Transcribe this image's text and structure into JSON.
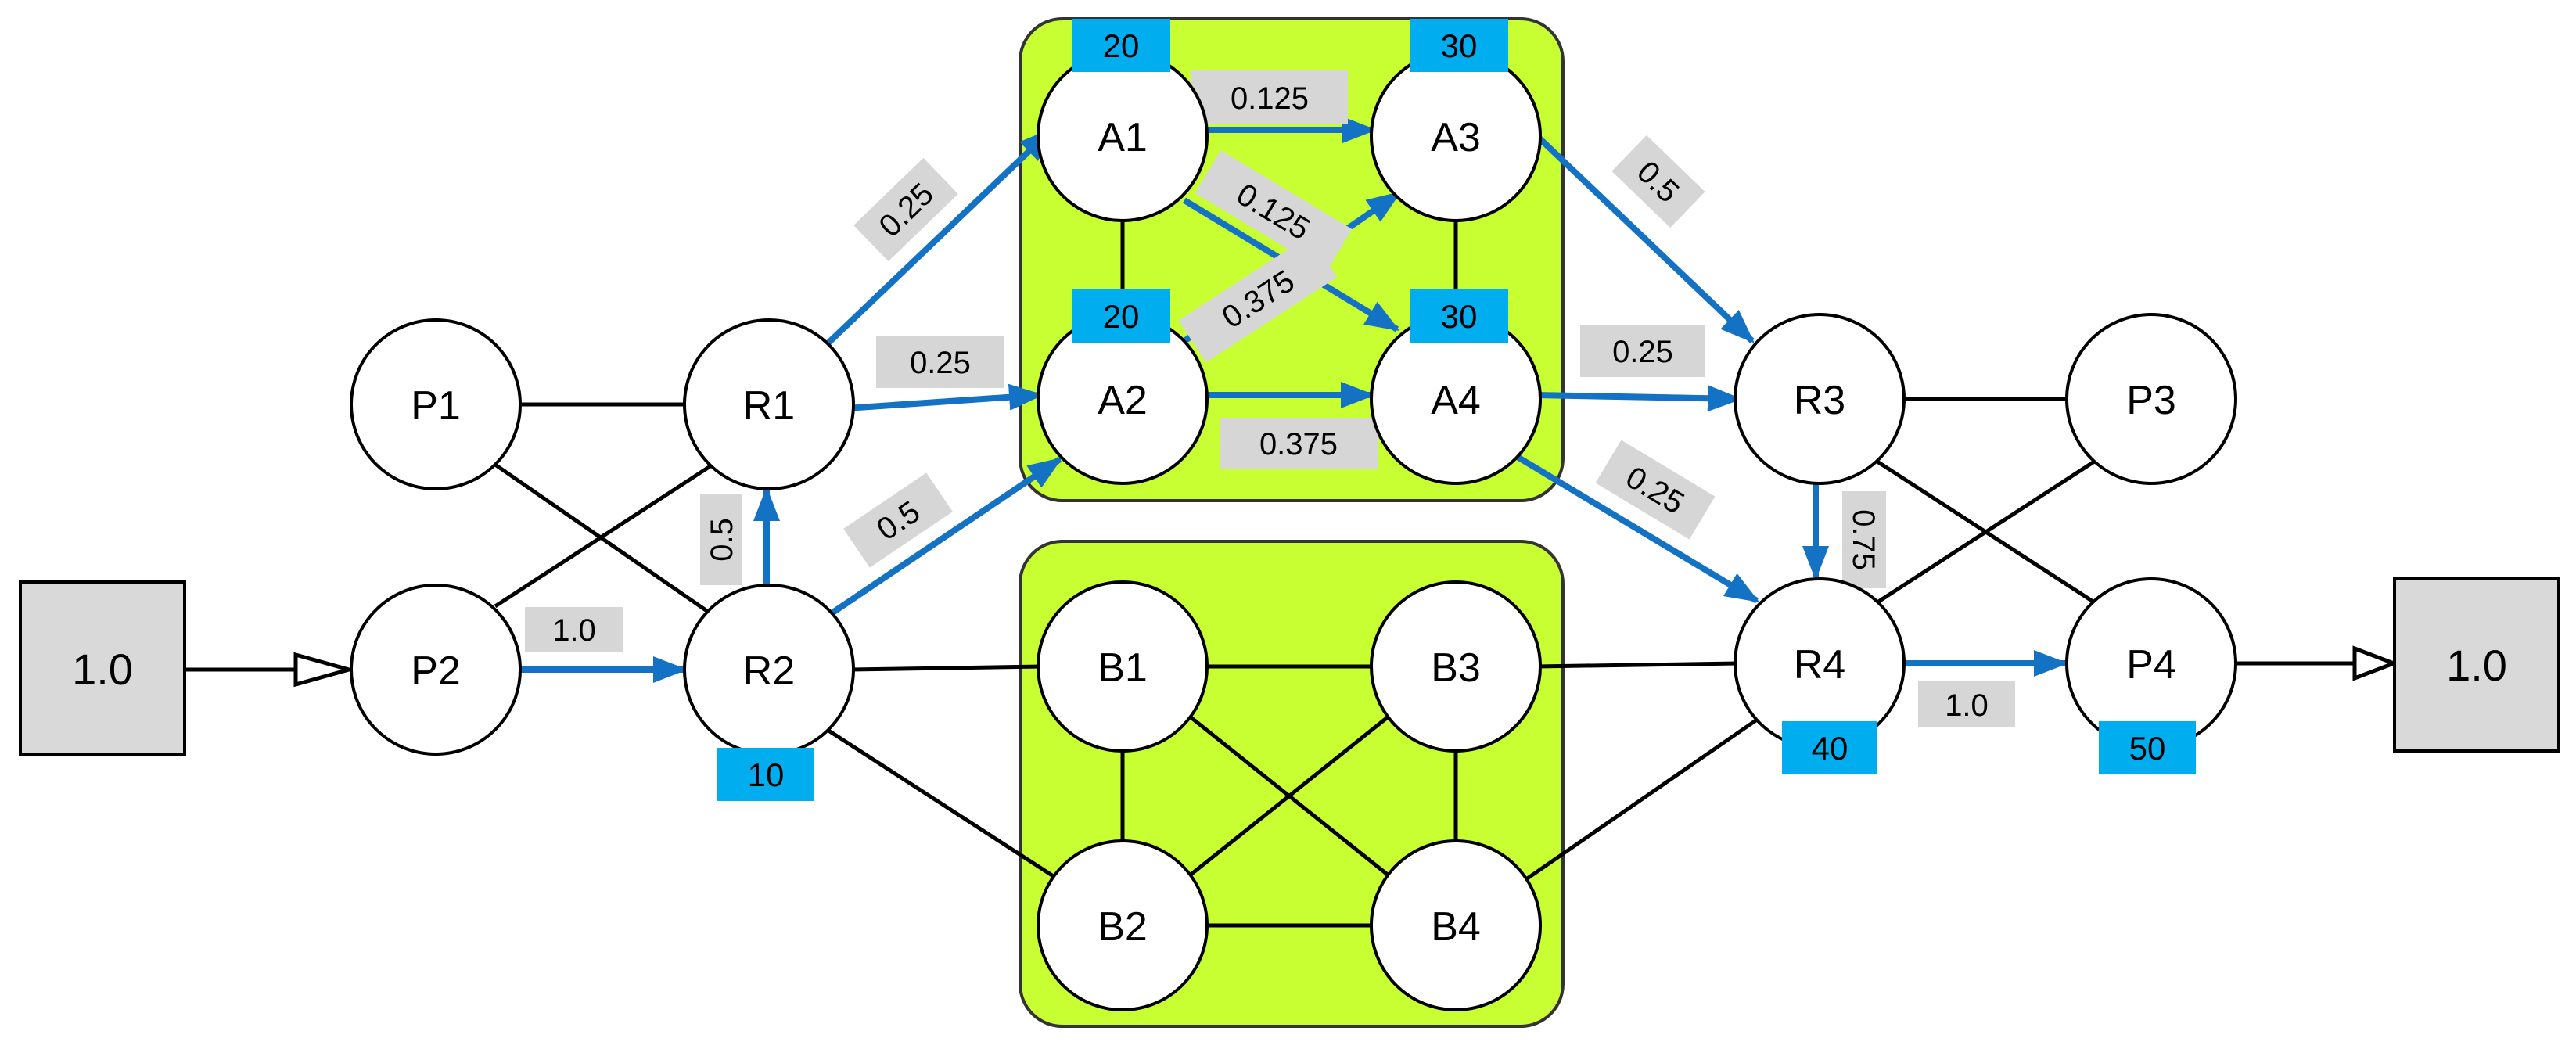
{
  "colors": {
    "group_fill": "#c8ff32",
    "group_stroke": "#333333",
    "flow": "#1472c4",
    "cost_badge": "#00aeef",
    "weight_box": "#d6d6d6",
    "io_box": "#d9d9d9",
    "edge": "#000000"
  },
  "io": {
    "source_value": "1.0",
    "sink_value": "1.0"
  },
  "nodes": {
    "P1": "P1",
    "P2": "P2",
    "P3": "P3",
    "P4": "P4",
    "R1": "R1",
    "R2": "R2",
    "R3": "R3",
    "R4": "R4",
    "A1": "A1",
    "A2": "A2",
    "A3": "A3",
    "A4": "A4",
    "B1": "B1",
    "B2": "B2",
    "B3": "B3",
    "B4": "B4"
  },
  "costs": {
    "A1": "20",
    "A2": "20",
    "A3": "30",
    "A4": "30",
    "R2": "10",
    "R4": "40",
    "P4": "50"
  },
  "flows": {
    "p2_r2": "1.0",
    "r2_r1": "0.5",
    "r1_a1": "0.25",
    "r1_a2": "0.25",
    "r2_a2": "0.5",
    "a1_a3": "0.125",
    "a1_a4": "0.125",
    "a2_a3": "0.375",
    "a2_a4": "0.375",
    "a3_r3": "0.5",
    "a4_r3": "0.25",
    "a4_r4": "0.25",
    "r3_r4": "0.75",
    "r4_p4": "1.0"
  }
}
